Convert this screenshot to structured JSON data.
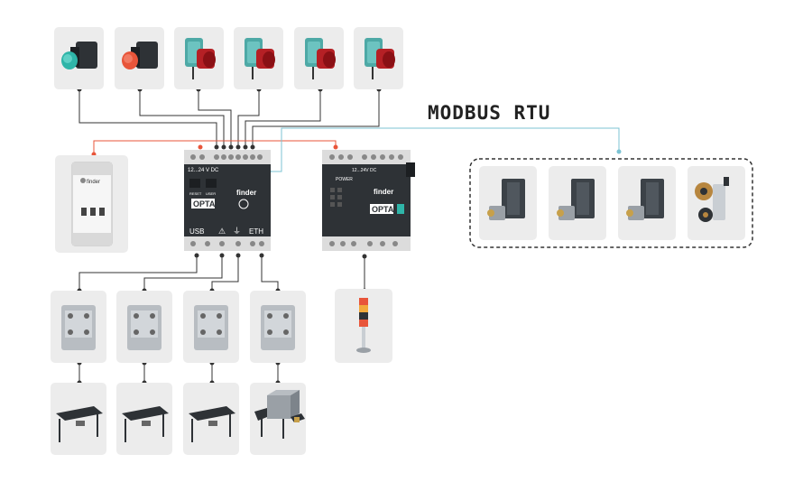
{
  "title": "MODBUS RTU",
  "opta_left": {
    "brand": "finder",
    "model": "OPTA",
    "supply": "12...24 V DC",
    "port_usb": "USB",
    "port_eth": "ETH",
    "btn_reset": "RESET",
    "btn_user": "USER"
  },
  "opta_right": {
    "brand": "finder",
    "model": "OPTA",
    "supply": "12...24V DC",
    "power": "POWER"
  },
  "power_supply_brand": "finder",
  "colors": {
    "tile": "#ececec",
    "device_dark": "#2e3236",
    "wire": "#333333",
    "wire_red": "#e8553a",
    "wire_blue": "#7cc3d3",
    "dashed_border": "#333333",
    "button_teal": "#2fb5a8",
    "button_red": "#e8553a",
    "sensor_teal": "#4ea9a6",
    "sensor_red": "#b52025"
  }
}
